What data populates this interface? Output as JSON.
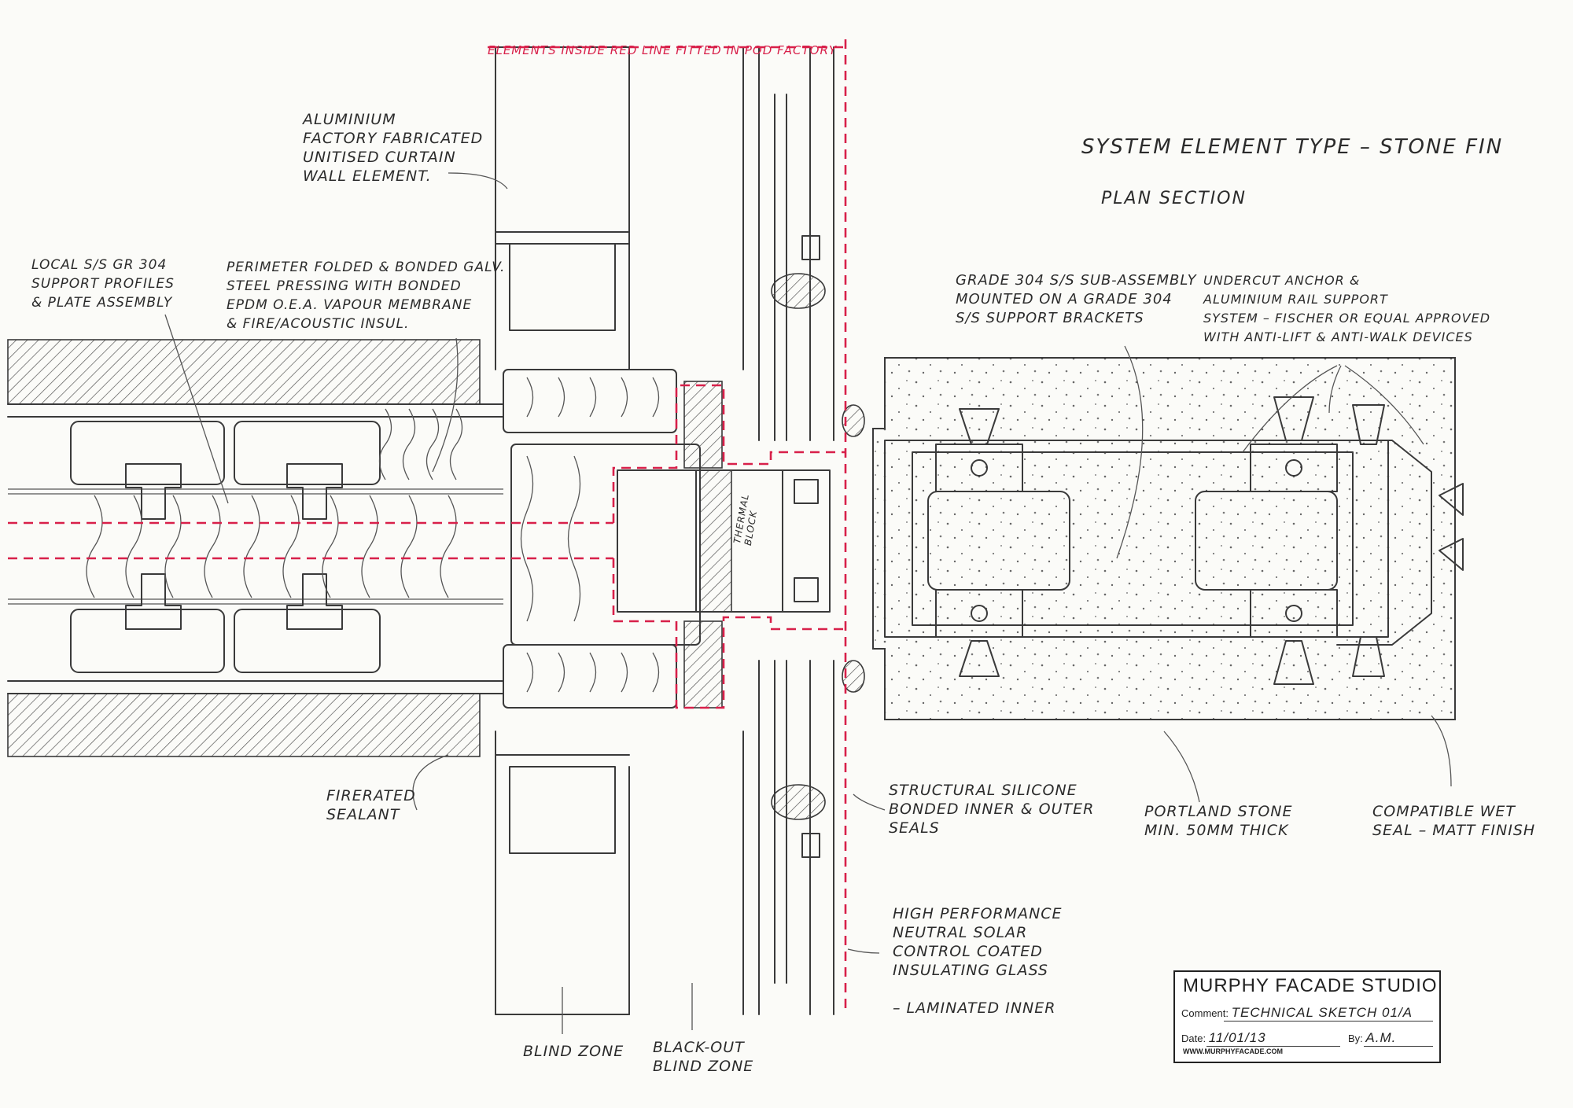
{
  "red_note": "ELEMENTS INSIDE RED LINE FITTED IN POD FACTORY",
  "title": "SYSTEM ELEMENT TYPE – STONE FIN",
  "subtitle": "PLAN SECTION",
  "labels": {
    "aluminium": "ALUMINIUM\nFACTORY FABRICATED\nUNITISED CURTAIN\nWALL ELEMENT.",
    "local_ss": "LOCAL S/S GR 304\nSUPPORT PROFILES\n& PLATE ASSEMBLY",
    "perimeter": "PERIMETER FOLDED & BONDED GALV.\nSTEEL PRESSING WITH BONDED\nEPDM O.E.A. VAPOUR MEMBRANE\n& FIRE/ACOUSTIC INSUL.",
    "grade304": "GRADE 304 S/S SUB-ASSEMBLY\nMOUNTED ON A GRADE 304\nS/S SUPPORT BRACKETS",
    "undercut": "UNDERCUT ANCHOR &\nALUMINIUM RAIL SUPPORT\nSYSTEM – FISCHER OR EQUAL APPROVED\nWITH ANTI-LIFT & ANTI-WALK DEVICES",
    "thermal": "THERMAL\nBLOCK",
    "firerated": "FIRERATED\nSEALANT",
    "structural": "STRUCTURAL SILICONE\nBONDED INNER & OUTER\nSEALS",
    "portland": "PORTLAND STONE\nMIN. 50MM THICK",
    "compatible": "COMPATIBLE WET\nSEAL – MATT FINISH",
    "glass": "HIGH PERFORMANCE\nNEUTRAL SOLAR\nCONTROL COATED\nINSULATING GLASS\n\n– LAMINATED INNER",
    "blind": "BLIND ZONE",
    "blackout": "BLACK-OUT\nBLIND ZONE"
  },
  "title_block": {
    "studio": "MURPHY FACADE STUDIO",
    "comment_label": "Comment:",
    "comment": "TECHNICAL SKETCH 01/A",
    "date_label": "Date:",
    "date": "11/01/13",
    "by_label": "By:",
    "by": "A.M.",
    "website": "WWW.MURPHYFACADE.COM"
  }
}
